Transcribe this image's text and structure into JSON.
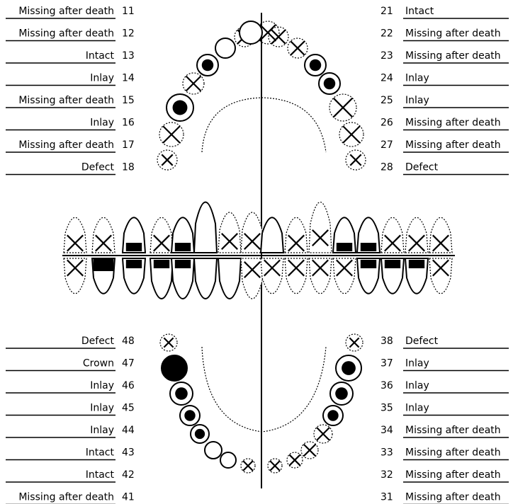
{
  "upper_right": [
    {
      "tooth": "11",
      "status": "Missing after death"
    },
    {
      "tooth": "12",
      "status": "Missing after death"
    },
    {
      "tooth": "13",
      "status": "Intact"
    },
    {
      "tooth": "14",
      "status": "Inlay"
    },
    {
      "tooth": "15",
      "status": "Missing after death"
    },
    {
      "tooth": "16",
      "status": "Inlay"
    },
    {
      "tooth": "17",
      "status": "Missing after death"
    },
    {
      "tooth": "18",
      "status": "Defect"
    }
  ],
  "upper_left": [
    {
      "tooth": "21",
      "status": "Intact"
    },
    {
      "tooth": "22",
      "status": "Missing after death"
    },
    {
      "tooth": "23",
      "status": "Missing after death"
    },
    {
      "tooth": "24",
      "status": "Inlay"
    },
    {
      "tooth": "25",
      "status": "Inlay"
    },
    {
      "tooth": "26",
      "status": "Missing after death"
    },
    {
      "tooth": "27",
      "status": "Missing after death"
    },
    {
      "tooth": "28",
      "status": "Defect"
    }
  ],
  "lower_right": [
    {
      "tooth": "48",
      "status": "Defect"
    },
    {
      "tooth": "47",
      "status": "Crown"
    },
    {
      "tooth": "46",
      "status": "Inlay"
    },
    {
      "tooth": "45",
      "status": "Inlay"
    },
    {
      "tooth": "44",
      "status": "Inlay"
    },
    {
      "tooth": "43",
      "status": "Intact"
    },
    {
      "tooth": "42",
      "status": "Intact"
    },
    {
      "tooth": "41",
      "status": "Missing after death"
    }
  ],
  "lower_left": [
    {
      "tooth": "38",
      "status": "Defect"
    },
    {
      "tooth": "37",
      "status": "Inlay"
    },
    {
      "tooth": "36",
      "status": "Inlay"
    },
    {
      "tooth": "35",
      "status": "Inlay"
    },
    {
      "tooth": "34",
      "status": "Missing after death"
    },
    {
      "tooth": "33",
      "status": "Missing after death"
    },
    {
      "tooth": "32",
      "status": "Missing after death"
    },
    {
      "tooth": "31",
      "status": "Missing after death"
    }
  ]
}
